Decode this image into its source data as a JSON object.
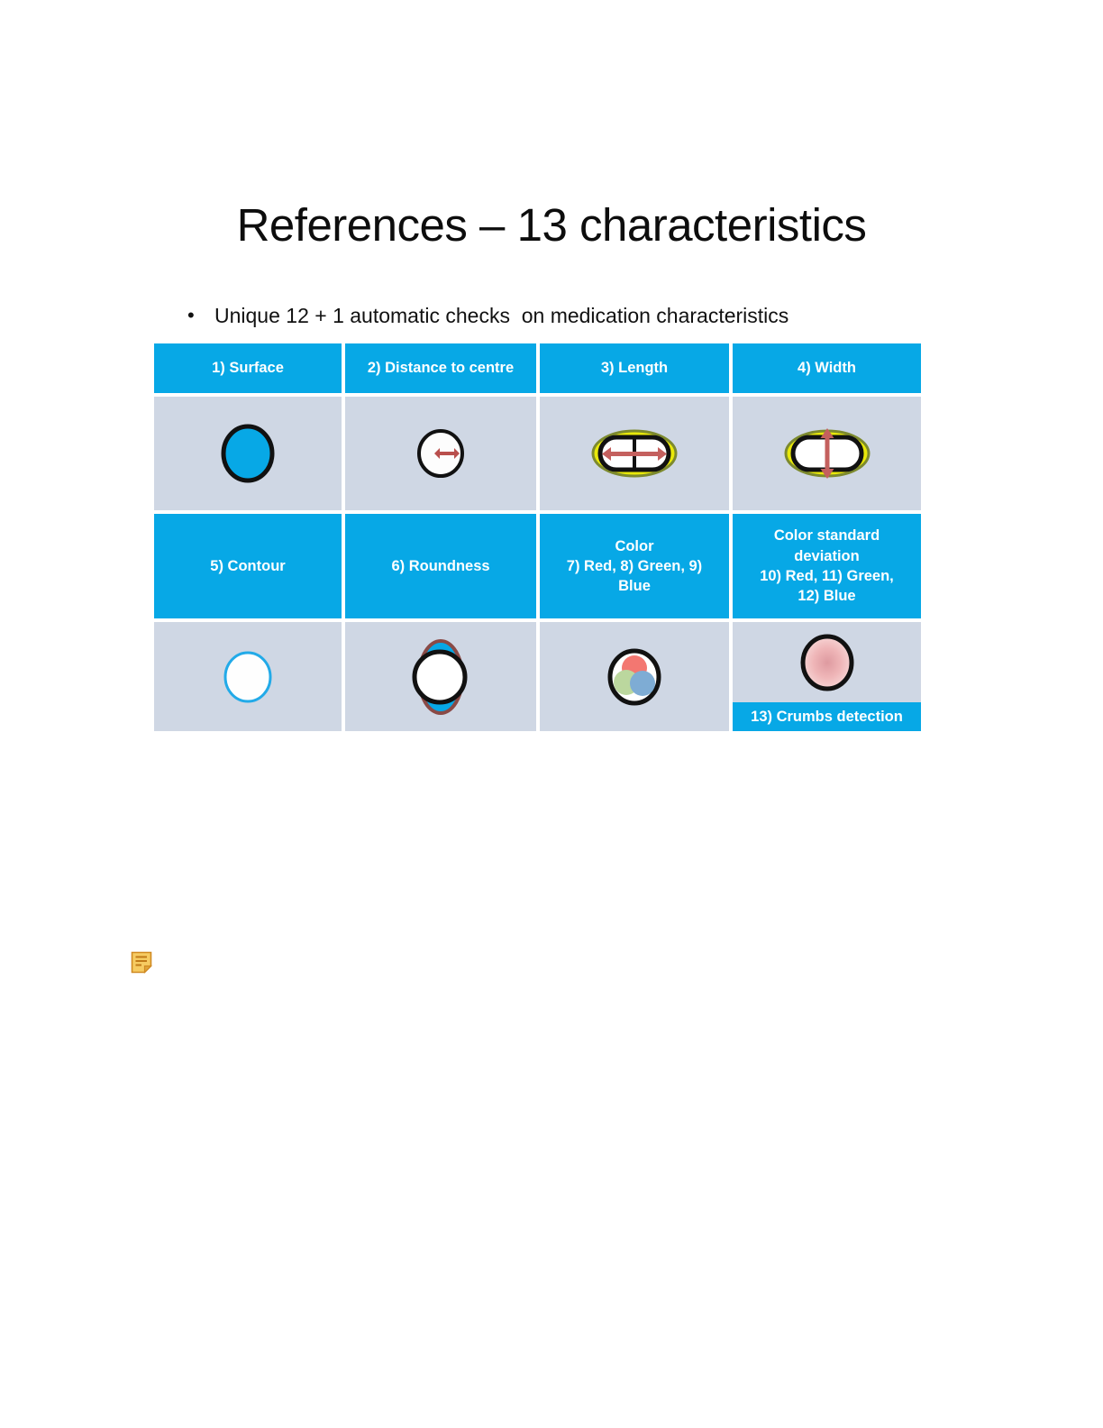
{
  "slide": {
    "title": "References – 13 characteristics",
    "bullet_marker": "•",
    "bullet_text": "Unique 12 + 1 automatic checks  on medication characteristics"
  },
  "colors": {
    "header_blue": "#07A8E6",
    "cell_bluegray": "#CFD7E4",
    "banner_blue": "#07A8E6",
    "arrow_red": "#C0504D",
    "pill_yellow": "#E8E80A",
    "surface_blue": "#07A8E6",
    "crumbs_pink": "#F0B4B4",
    "comment_icon_orange": "#E8A33D",
    "title_black": "#0D0D0D"
  },
  "table": {
    "rows": [
      {
        "headers": [
          {
            "label": "1) Surface",
            "lines": [
              "1) Surface"
            ]
          },
          {
            "label": "2) Distance to centre",
            "lines": [
              "2) Distance to centre"
            ]
          },
          {
            "label": "3) Length",
            "lines": [
              "3) Length"
            ]
          },
          {
            "label": "4) Width",
            "lines": [
              "4) Width"
            ]
          }
        ],
        "cells": [
          {
            "icon": "filled-blue-circle-icon"
          },
          {
            "icon": "circle-with-horizontal-double-arrow-icon"
          },
          {
            "icon": "pill-with-horizontal-double-arrow-icon"
          },
          {
            "icon": "pill-with-vertical-double-arrow-icon"
          }
        ]
      },
      {
        "headers": [
          {
            "label": "5) Contour",
            "lines": [
              "5) Contour"
            ]
          },
          {
            "label": "6) Roundness",
            "lines": [
              "6) Roundness"
            ]
          },
          {
            "label": "Color 7) Red, 8) Green, 9) Blue",
            "lines": [
              "Color",
              "7) Red, 8) Green, 9)",
              "Blue"
            ]
          },
          {
            "label": "Color standard deviation 10) Red, 11) Green, 12) Blue",
            "lines": [
              "Color standard",
              "deviation",
              "10) Red, 11) Green,",
              "12) Blue"
            ]
          }
        ],
        "cells": [
          {
            "icon": "blue-outline-circle-icon"
          },
          {
            "icon": "circle-over-blue-ellipse-icon"
          },
          {
            "icon": "rgb-venn-circle-icon"
          },
          {
            "icon": "pink-gradient-circle-icon",
            "banner": "13) Crumbs detection"
          }
        ]
      }
    ]
  },
  "annotations": {
    "comment_icon": "comment-note-icon"
  }
}
